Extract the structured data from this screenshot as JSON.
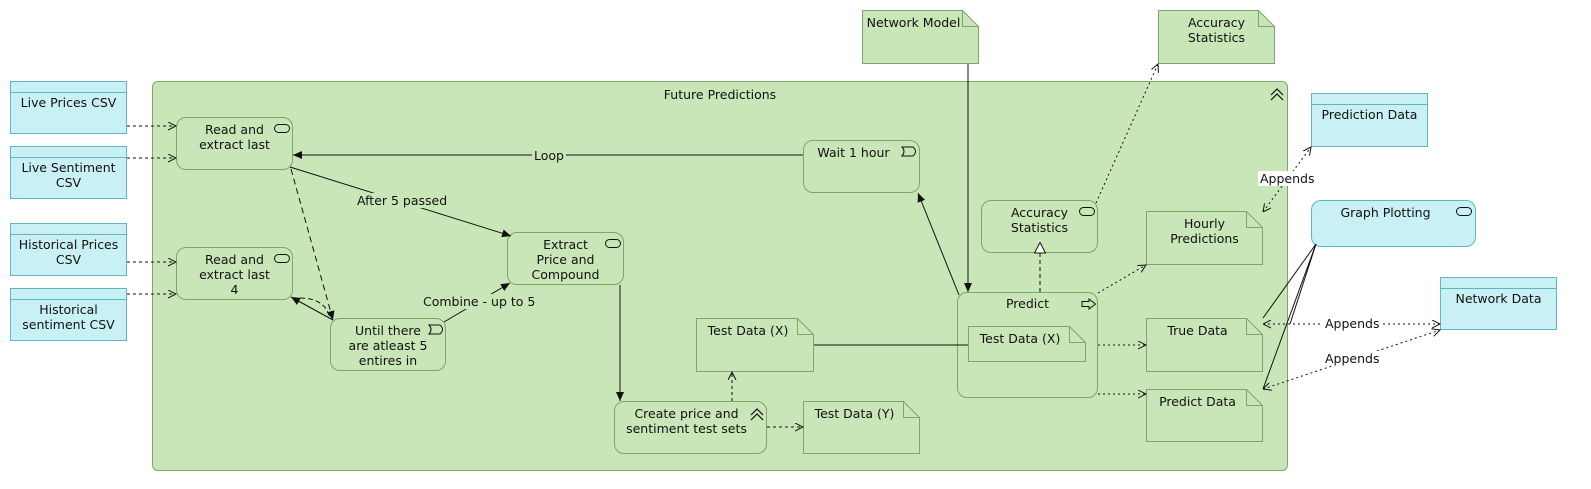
{
  "group": {
    "title": "Future Predictions"
  },
  "inputs": {
    "live_prices": "Live Prices CSV",
    "live_sentiment": "Live Sentiment CSV",
    "historical_prices": "Historical Prices CSV",
    "historical_sentiment": "Historical sentiment CSV"
  },
  "processes": {
    "read_extract_last": "Read and extract last",
    "read_extract_last_4": "Read and extract last 4",
    "until_entries": "Until there are atleast 5 entires in",
    "extract_price": "Extract Price and Compound",
    "wait_hour": "Wait 1 hour",
    "accuracy_stats": "Accuracy Statistics",
    "predict": "Predict",
    "create_test_sets": "Create price and sentiment test sets"
  },
  "objects": {
    "network_model": "Network Model",
    "accuracy_statistics": "Accuracy Statistics",
    "test_data_x": "Test Data (X)",
    "test_data_x_inner": "Test Data (X)",
    "test_data_y": "Test Data (Y)",
    "hourly_predictions": "Hourly Predictions",
    "true_data": "True Data",
    "predict_data": "Predict Data"
  },
  "outputs": {
    "prediction_data": "Prediction Data",
    "graph_plotting": "Graph Plotting",
    "network_data": "Network Data"
  },
  "edge_labels": {
    "loop": "Loop",
    "after_5": "After 5 passed",
    "combine": "Combine - up to 5",
    "appends_top": "Appends",
    "appends_mid": "Appends",
    "appends_bottom": "Appends"
  },
  "colors": {
    "business_green": "#c9e6b8",
    "data_cyan": "#c9f1f5",
    "line": "#111111"
  }
}
